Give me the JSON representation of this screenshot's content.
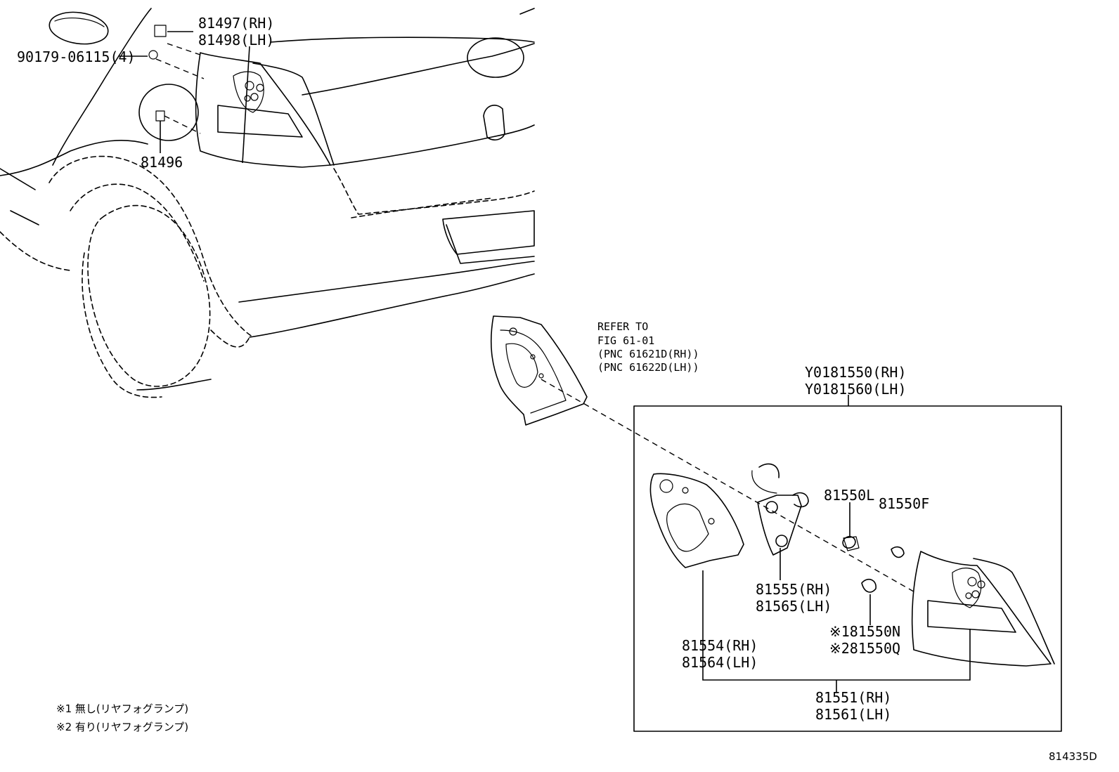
{
  "labels": {
    "p81497": "81497(RH)",
    "p81498": "81498(LH)",
    "p90179": "90179-06115(4)",
    "p81496": "81496",
    "refer1": "REFER TO",
    "refer2": "FIG 61-01",
    "refer3": "(PNC 61621D(RH))",
    "refer4": "(PNC 61622D(LH))",
    "y1": "Y0181550(RH)",
    "y2": "Y0181560(LH)",
    "p81550L": "81550L",
    "p81550F": "81550F",
    "p81555": "81555(RH)",
    "p81565": "81565(LH)",
    "p81550N": "※181550N",
    "p81550Q": "※281550Q",
    "p81554": "81554(RH)",
    "p81564": "81564(LH)",
    "p81551": "81551(RH)",
    "p81561": "81561(LH)"
  },
  "notes": {
    "n1": "※1 無し(リヤフォグランプ)",
    "n2": "※2 有り(リヤフォグランプ)"
  },
  "figure_id": "814335D"
}
